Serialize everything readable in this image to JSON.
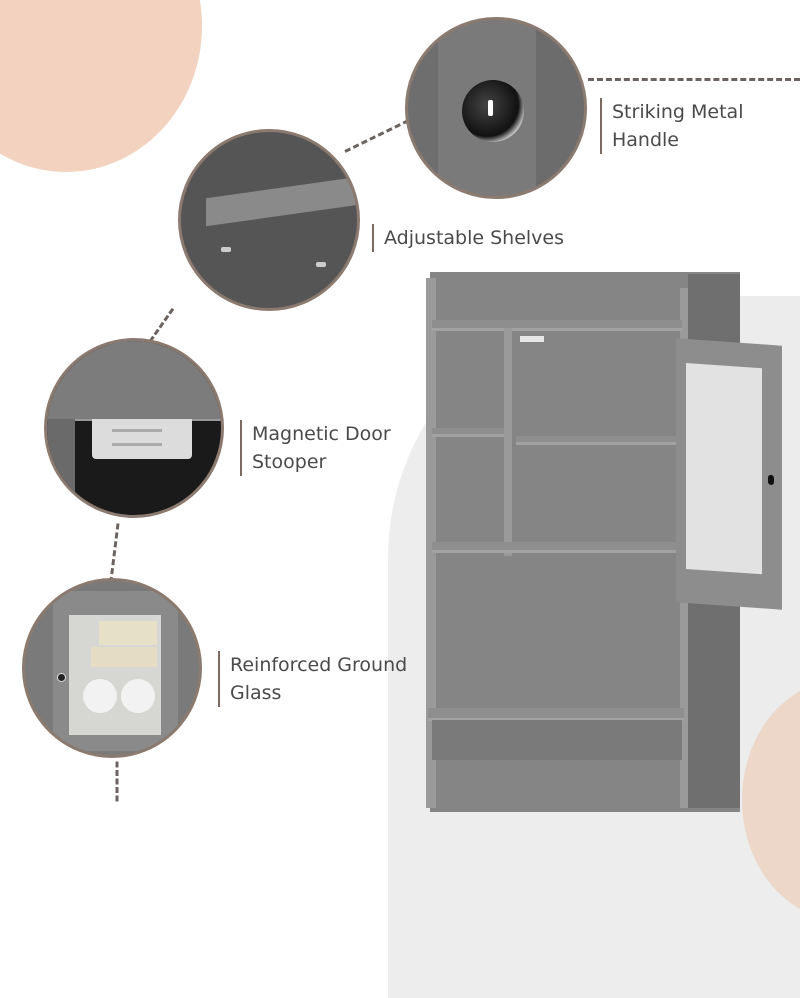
{
  "features": [
    {
      "id": "handle",
      "label_line1": "Striking Metal",
      "label_line2": "Handle"
    },
    {
      "id": "shelves",
      "label_line1": "Adjustable Shelves",
      "label_line2": ""
    },
    {
      "id": "stopper",
      "label_line1": "Magnetic Door",
      "label_line2": "Stooper"
    },
    {
      "id": "glass",
      "label_line1": "Reinforced Ground",
      "label_line2": "Glass"
    }
  ],
  "colors": {
    "accent_peach": "#f3d3bf",
    "cabinet_gray": "#7d7d7d",
    "text": "#4a4a4a",
    "ring": "#8a7a70"
  }
}
